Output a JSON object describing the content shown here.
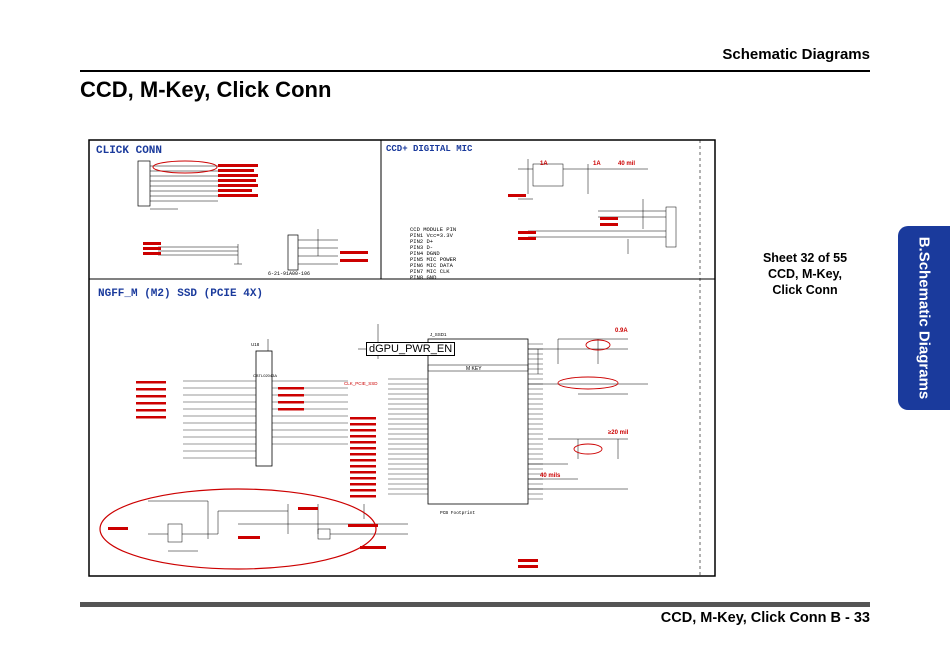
{
  "header": {
    "section_title": "Schematic  Diagrams",
    "page_title": "CCD, M-Key, Click Conn"
  },
  "side_tab": {
    "label": "B.Schematic Diagrams",
    "color": "#1a3a9c"
  },
  "sheet_info": {
    "line1": "Sheet 32 of 55",
    "line2": "CCD, M-Key,",
    "line3": "Click Conn"
  },
  "footer": {
    "text": "CCD, M-Key, Click Conn  B  -  33"
  },
  "schematic": {
    "block_titles": {
      "click_conn": "CLICK  CONN",
      "ccd_mic": "CCD+ DIGITAL MIC",
      "ngff": "NGFF_M  (M2)  SSD  (PCIE 4X)"
    },
    "annotations": {
      "ccd_pin_list": [
        "CCD  MODULE PIN",
        "PIN1 Vcc=3.3V",
        "PIN2 D+",
        "PIN3 D-",
        "PIN4 DGND",
        "PIN5 MIC POWER",
        "PIN6 MIC DATA",
        "PIN7 MIC CLK",
        "PIN8 GND"
      ],
      "current_1a_left": "1A",
      "current_1a_right": "1A",
      "mil_40": "40 mil",
      "mil_20": "≥20 mil",
      "amp_09": "0.9A",
      "mils_40": "40 mils",
      "part_code": "6-21-91A00-106",
      "mkey_title": "M KEY",
      "pcb_footprint": "PCB  Footprint",
      "clk_label": "CLK_PCIE_SSD",
      "dgpu_pwr_en": "dGPU_PWR_EN",
      "ic_label": "U18",
      "ic_part": "CBTL02043A",
      "mkey_conn": "J_SSD1"
    },
    "colors": {
      "line": "#000000",
      "net_red": "#cc0000",
      "highlight_ring": "#cc0000",
      "border": "#000000"
    }
  }
}
